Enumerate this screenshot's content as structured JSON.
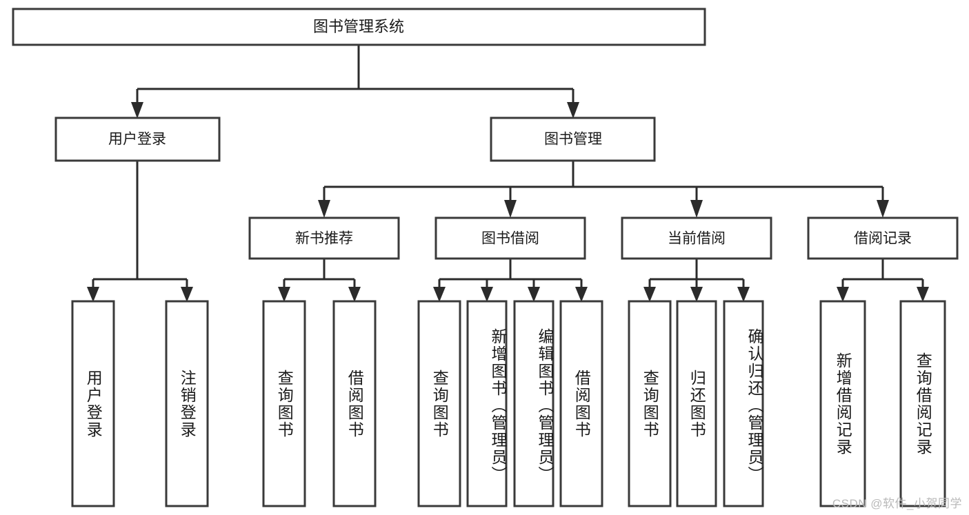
{
  "diagram": {
    "type": "tree-flowchart",
    "title": "图书管理系统",
    "root": {
      "id": "root",
      "label": "图书管理系统",
      "orientation": "horizontal"
    },
    "level2": [
      {
        "id": "user-login",
        "label": "用户登录",
        "orientation": "horizontal"
      },
      {
        "id": "book-manage",
        "label": "图书管理",
        "orientation": "horizontal"
      }
    ],
    "level3": [
      {
        "id": "new-book-recommend",
        "label": "新书推荐",
        "orientation": "horizontal"
      },
      {
        "id": "book-borrow",
        "label": "图书借阅",
        "orientation": "horizontal"
      },
      {
        "id": "current-borrow",
        "label": "当前借阅",
        "orientation": "horizontal"
      },
      {
        "id": "borrow-record",
        "label": "借阅记录",
        "orientation": "horizontal"
      }
    ],
    "leaves": {
      "user-login": [
        {
          "id": "leaf-user-login",
          "label": "用户登录",
          "orientation": "vertical"
        },
        {
          "id": "leaf-logout-login",
          "label": "注销登录",
          "orientation": "vertical"
        }
      ],
      "new-book-recommend": [
        {
          "id": "leaf-query-book-1",
          "label": "查询图书",
          "orientation": "vertical"
        },
        {
          "id": "leaf-borrow-book-1",
          "label": "借阅图书",
          "orientation": "vertical"
        }
      ],
      "book-borrow": [
        {
          "id": "leaf-query-book-2",
          "label": "查询图书",
          "orientation": "vertical"
        },
        {
          "id": "leaf-add-book",
          "label": "新增图书（管理员）",
          "orientation": "vertical"
        },
        {
          "id": "leaf-edit-book",
          "label": "编辑图书（管理员）",
          "orientation": "vertical"
        },
        {
          "id": "leaf-borrow-book-2",
          "label": "借阅图书",
          "orientation": "vertical"
        }
      ],
      "current-borrow": [
        {
          "id": "leaf-query-book-3",
          "label": "查询图书",
          "orientation": "vertical"
        },
        {
          "id": "leaf-return-book",
          "label": "归还图书",
          "orientation": "vertical"
        },
        {
          "id": "leaf-confirm-return",
          "label": "确认归还（管理员）",
          "orientation": "vertical"
        }
      ],
      "borrow-record": [
        {
          "id": "leaf-add-record",
          "label": "新增借阅记录",
          "orientation": "vertical"
        },
        {
          "id": "leaf-query-record",
          "label": "查询借阅记录",
          "orientation": "vertical"
        }
      ]
    },
    "colors": {
      "box_stroke": "#3a3a3a",
      "box_fill": "#ffffff",
      "connector": "#2b2b2b",
      "text": "#1a1a1a",
      "watermark": "#b9b9b9",
      "background": "#ffffff"
    }
  },
  "watermark": {
    "text": "CSDN @软件_小贺同学"
  }
}
